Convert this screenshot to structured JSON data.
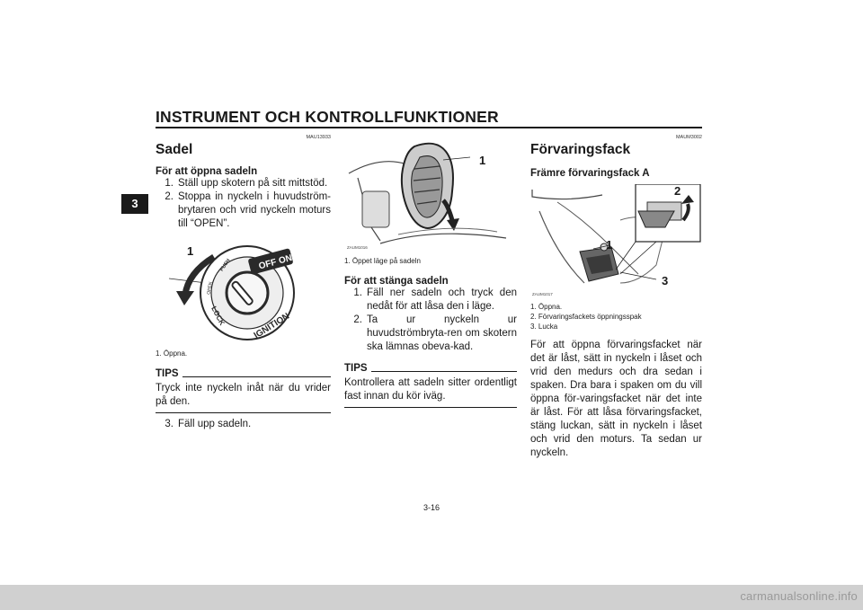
{
  "header": {
    "title": "INSTRUMENT OCH KONTROLLFUNKTIONER",
    "chapter_tab": "3",
    "page_number": "3-16"
  },
  "col1": {
    "code": "MAU13933",
    "heading": "Sadel",
    "subheading": "För att öppna sadeln",
    "steps": [
      {
        "n": "1.",
        "t": "Ställ upp skotern på sitt mittstöd."
      },
      {
        "n": "2.",
        "t": "Stoppa in nyckeln i huvudström-brytaren och vrid nyckeln moturs till “OPEN”."
      }
    ],
    "figure": {
      "callout": "1",
      "labels": {
        "off": "OFF",
        "on": "ON",
        "push": "PUSH",
        "open": "OPEN",
        "lock": "LOCK",
        "ignition": "IGNITION"
      },
      "caption": "1. Öppna."
    },
    "tips_label": "TIPS",
    "tips_text": "Tryck inte nyckeln inåt när du vrider på den.",
    "step3": {
      "n": "3.",
      "t": "Fäll upp sadeln."
    }
  },
  "col2": {
    "figure": {
      "callout": "1",
      "code": "ZAUM1016",
      "caption": "1. Öppet läge på sadeln"
    },
    "subheading": "För att stänga sadeln",
    "steps": [
      {
        "n": "1.",
        "t": "Fäll ner sadeln och tryck den nedåt för att låsa den i läge."
      },
      {
        "n": "2.",
        "t": "Ta ur nyckeln ur huvudströmbryta-ren om skotern ska lämnas obeva-kad."
      }
    ],
    "tips_label": "TIPS",
    "tips_text": "Kontrollera att sadeln sitter ordentligt fast innan du kör iväg."
  },
  "col3": {
    "code": "MAUM3002",
    "heading": "Förvaringsfack",
    "subheading": "Främre förvaringsfack A",
    "figure": {
      "callouts": [
        "1",
        "2",
        "3"
      ],
      "code": "ZAUM1017",
      "captions": [
        "1. Öppna.",
        "2. Förvaringsfackets öppningsspak",
        "3. Lucka"
      ]
    },
    "para": "För att öppna förvaringsfacket när det är låst, sätt in nyckeln i låset och vrid den medurs och dra sedan i spaken. Dra bara i spaken om du vill öppna för-varingsfacket när det inte är låst. För att låsa förvaringsfacket, stäng luckan, sätt in nyckeln i låset och vrid den moturs. Ta sedan ur nyckeln."
  },
  "footer": {
    "watermark": "carmanualsonline.info"
  }
}
